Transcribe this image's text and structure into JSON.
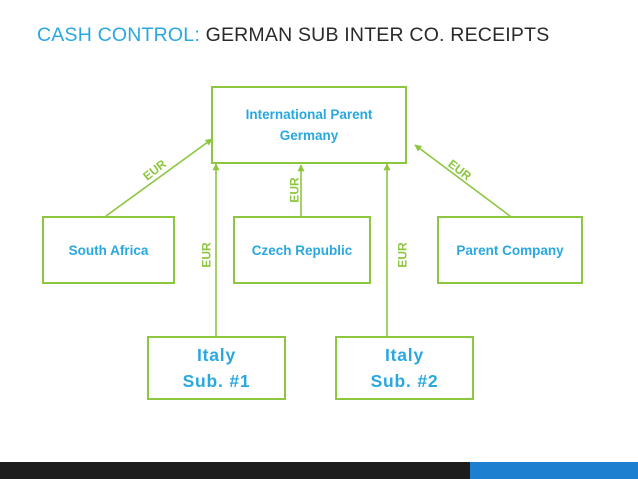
{
  "header": {
    "title_accent": "CASH CONTROL:",
    "title_rest": " GERMAN SUB INTER CO. RECEIPTS"
  },
  "diagram": {
    "nodes": {
      "parent": "International Parent\nGermany",
      "south_africa": "South Africa",
      "czech": "Czech Republic",
      "parent_company": "Parent Company",
      "italy1": "Italy\nSub. #1",
      "italy2": "Italy\nSub. #2"
    },
    "edge_labels": {
      "south_africa": "EUR",
      "czech": "EUR",
      "parent_company": "EUR",
      "italy1": "EUR",
      "italy2": "EUR"
    }
  },
  "colors": {
    "accent": "#29a8e0",
    "border": "#8dc63f",
    "footer_dark": "#1c1c1c",
    "footer_blue": "#1d7fd0"
  }
}
